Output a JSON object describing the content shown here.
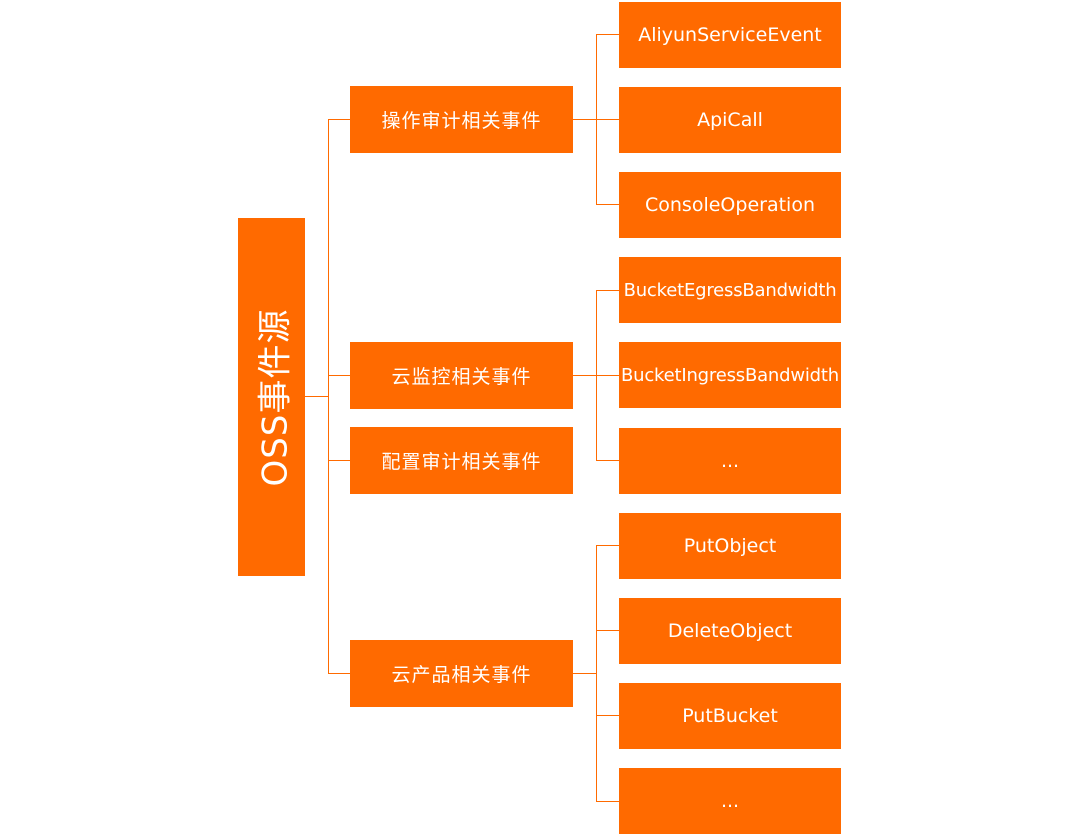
{
  "diagram": {
    "root": {
      "label": "OSS事件源"
    },
    "groups": [
      {
        "label": "操作审计相关事件",
        "children": [
          "AliyunServiceEvent",
          "ApiCall",
          "ConsoleOperation"
        ]
      },
      {
        "label": "云监控相关事件",
        "children": [
          "BucketEgressBandwidth",
          "BucketIngressBandwidth",
          "..."
        ]
      },
      {
        "label": "配置审计相关事件",
        "children": []
      },
      {
        "label": "云产品相关事件",
        "children": [
          "PutObject",
          "DeleteObject",
          "PutBucket",
          "..."
        ]
      }
    ],
    "colors": {
      "box_fill": "#ff6a00",
      "box_text": "#ffffff",
      "connector": "#ff6a00",
      "background": "#ffffff"
    }
  }
}
